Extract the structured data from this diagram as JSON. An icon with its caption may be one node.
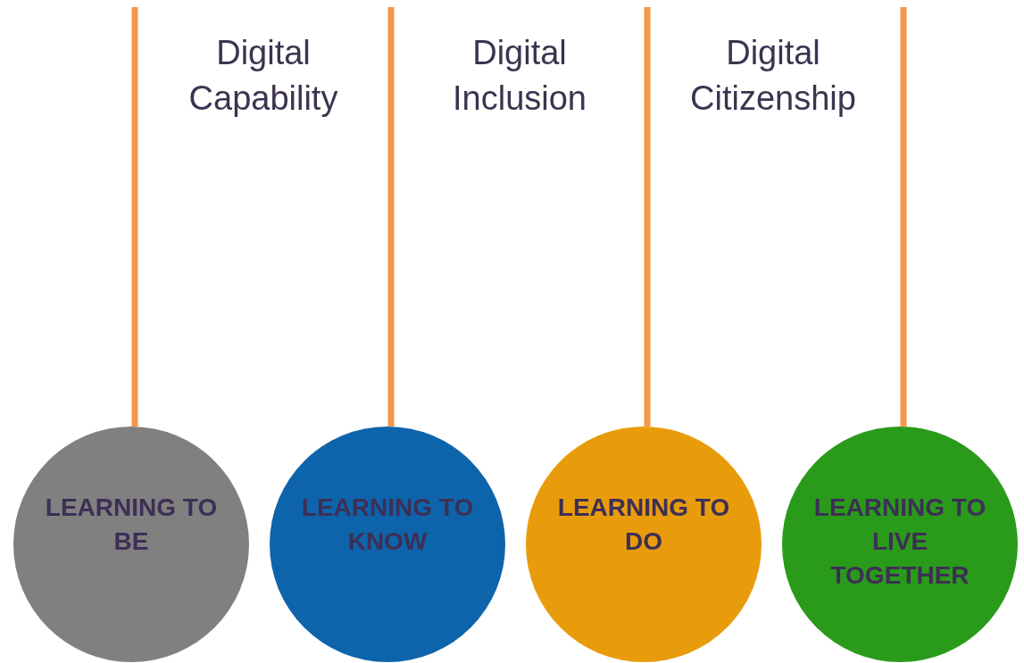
{
  "diagram": {
    "nodes": [
      {
        "text": [
          "LEARNING TO BE"
        ]
      },
      {
        "text": [
          "LEARNING TO KNOW"
        ]
      },
      {
        "text": [
          "LEARNING TO DO"
        ]
      },
      {
        "text": [
          "LEARNING TO LIVE TOGETHER"
        ]
      }
    ],
    "edges": [
      {
        "from": null,
        "to": 0,
        "arrow": "none"
      },
      {
        "from": null,
        "to": 1,
        "arrow": "none"
      },
      {
        "from": null,
        "to": 2,
        "arrow": "none"
      },
      {
        "from": null,
        "to": 3,
        "arrow": "none"
      }
    ],
    "labels": [
      "Digital Capability",
      "Digital Inclusion",
      "Digital Citizenship"
    ]
  }
}
